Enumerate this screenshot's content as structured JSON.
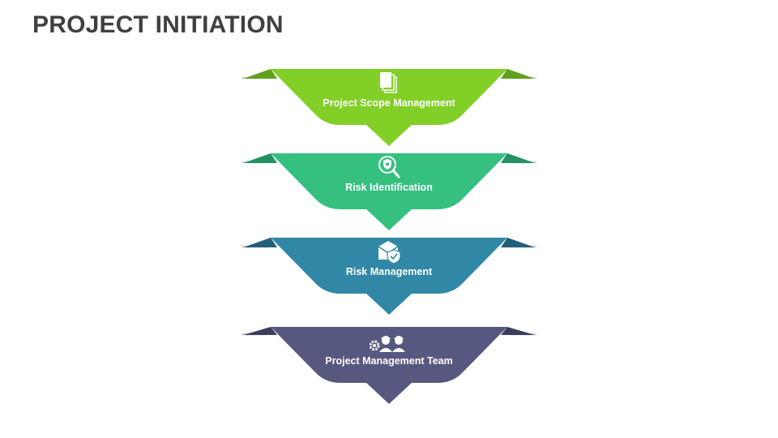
{
  "title": "PROJECT INITIATION",
  "steps": [
    {
      "label": "Project Scope Management",
      "icon": "documents-icon",
      "color": "#82cf27",
      "dark": "#5ea11a"
    },
    {
      "label": "Risk Identification",
      "icon": "magnifier-shield-icon",
      "color": "#35c080",
      "dark": "#229262"
    },
    {
      "label": "Risk Management",
      "icon": "envelope-shield-icon",
      "color": "#3187a6",
      "dark": "#225f79"
    },
    {
      "label": "Project Management Team",
      "icon": "team-gear-icon",
      "color": "#57587f",
      "dark": "#3c3d5c"
    }
  ]
}
